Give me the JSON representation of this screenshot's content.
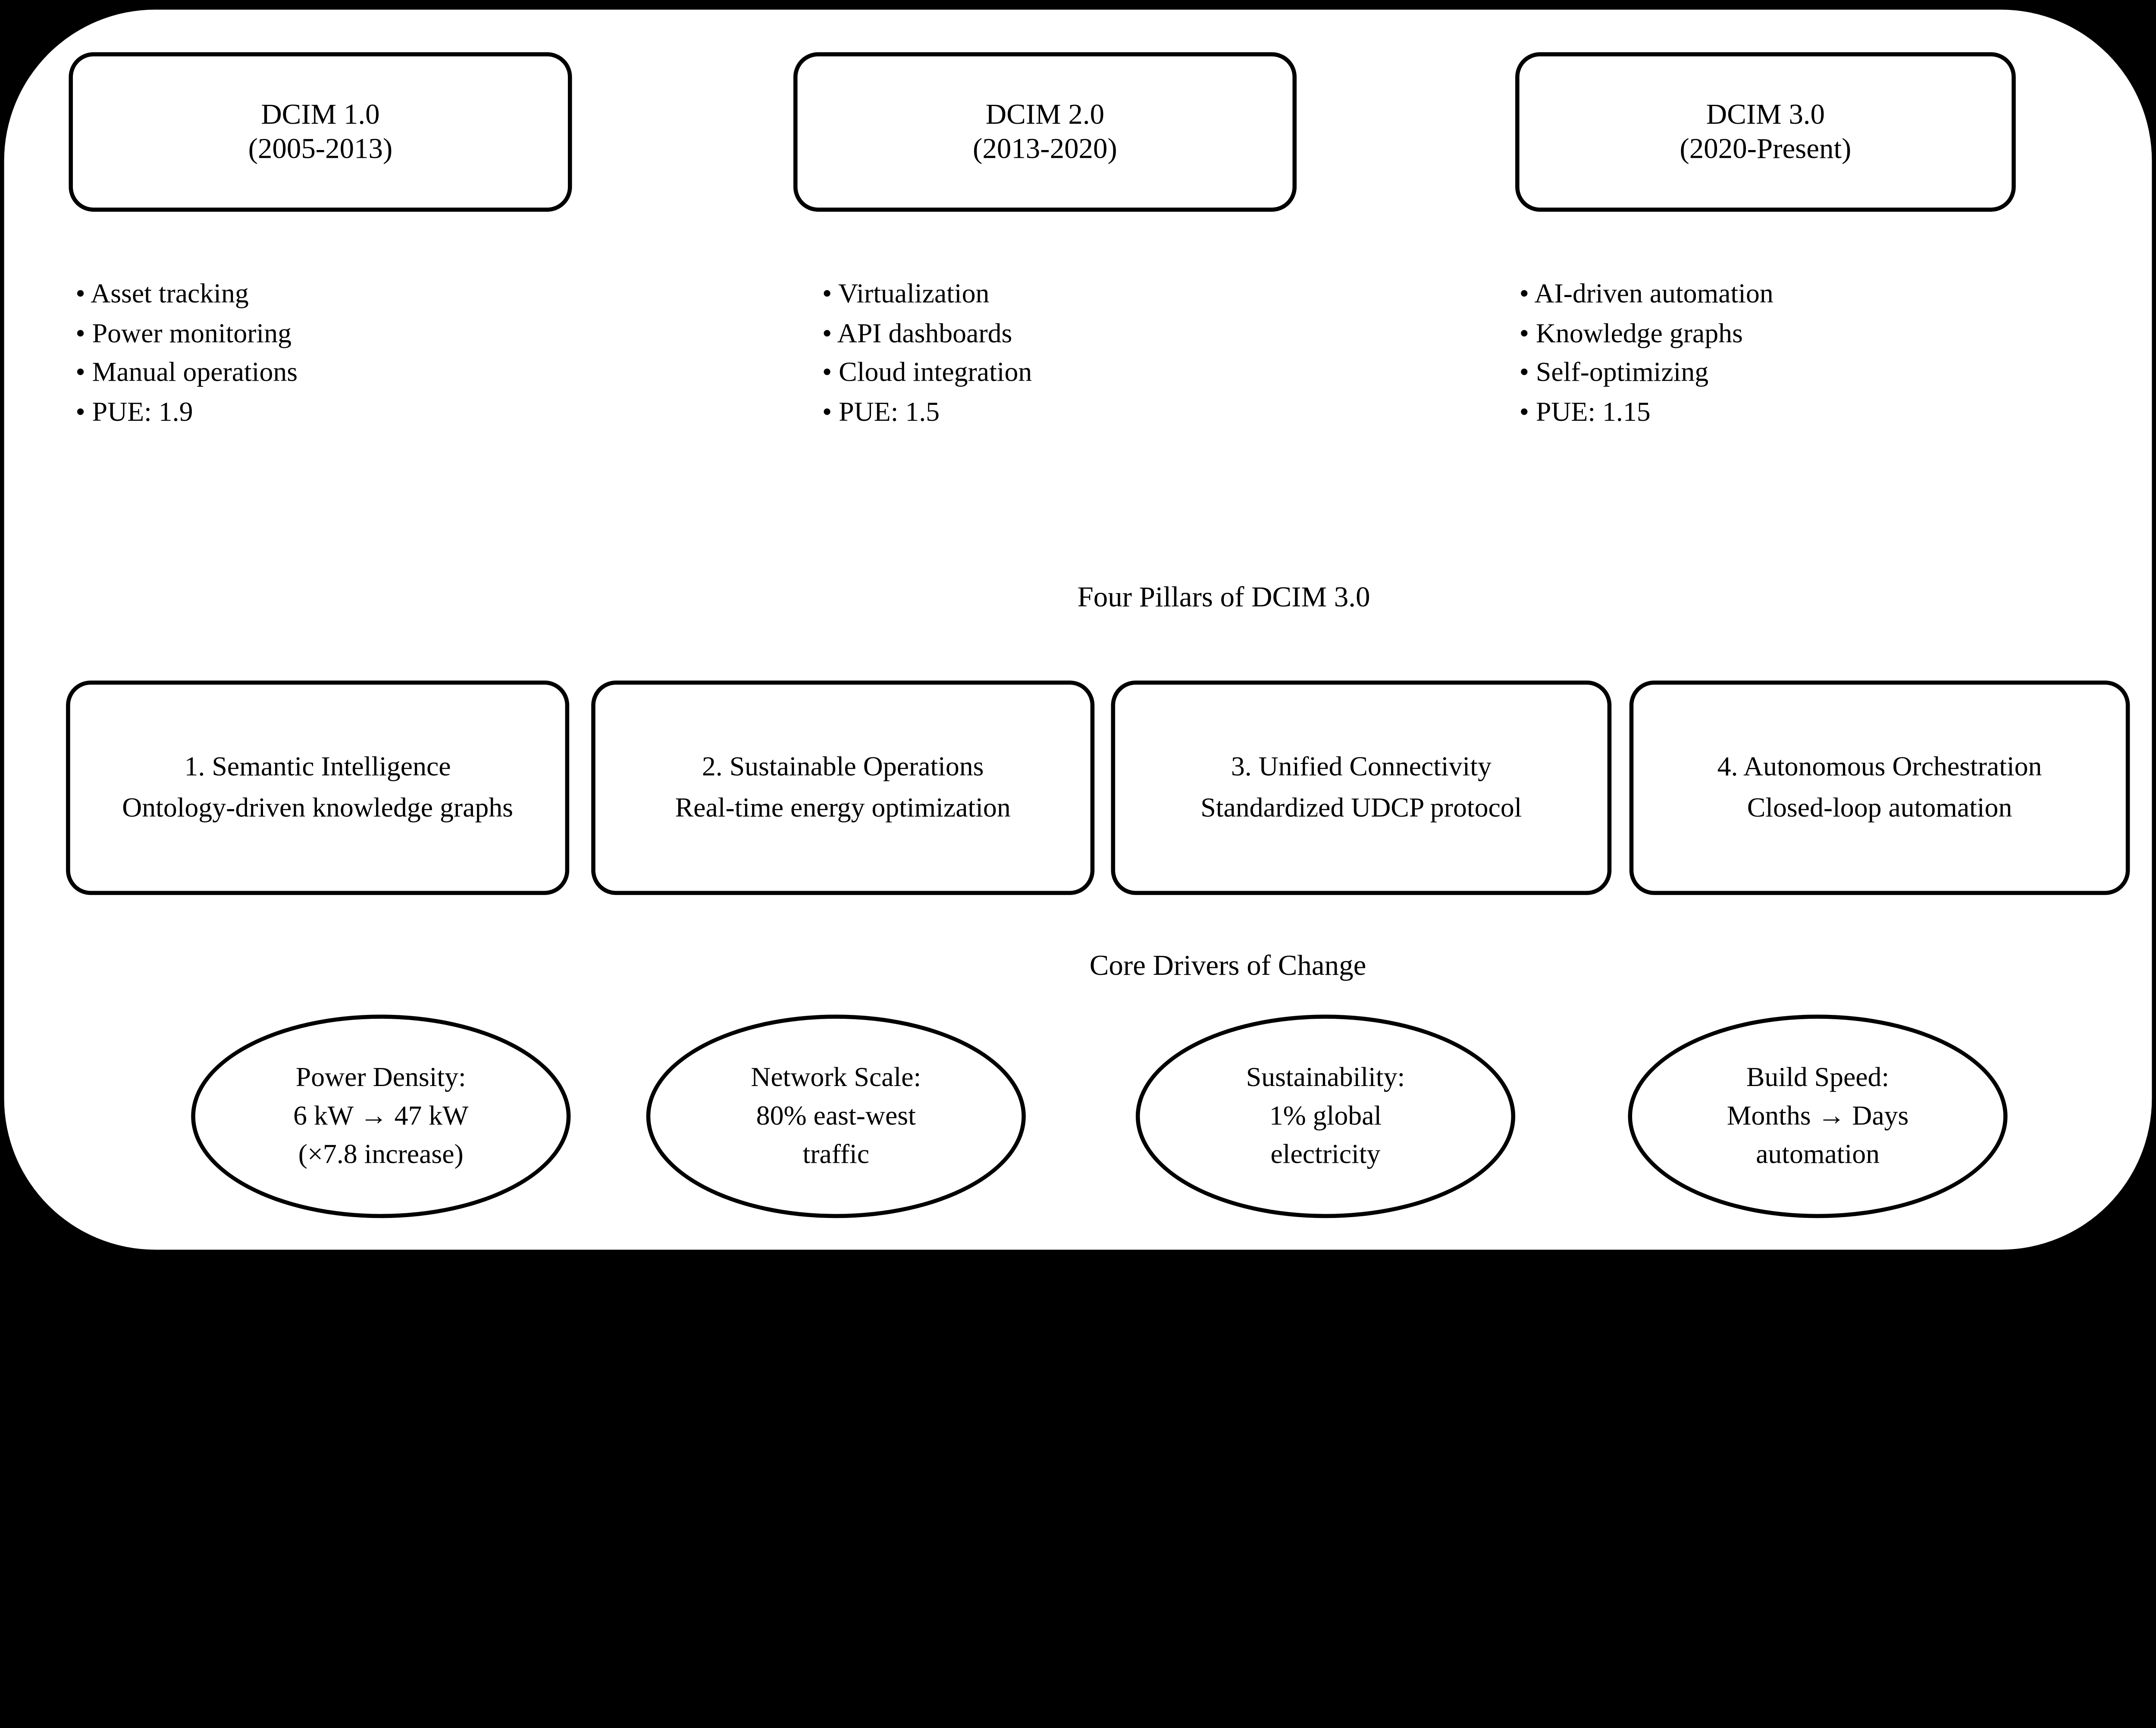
{
  "colors": {
    "background": "#000000",
    "panel": "#ffffff",
    "line": "#000000",
    "text": "#000000"
  },
  "era_boxes": [
    {
      "title": "DCIM 1.0",
      "period": "(2005-2013)",
      "bullets": [
        "• Asset tracking",
        "• Power monitoring",
        "• Manual operations",
        "• PUE: 1.9"
      ]
    },
    {
      "title": "DCIM 2.0",
      "period": "(2013-2020)",
      "bullets": [
        "• Virtualization",
        "• API dashboards",
        "• Cloud integration",
        "• PUE: 1.5"
      ]
    },
    {
      "title": "DCIM 3.0",
      "period": "(2020-Present)",
      "bullets": [
        "• AI-driven automation",
        "• Knowledge graphs",
        "• Self-optimizing",
        "• PUE: 1.15"
      ]
    }
  ],
  "pillars_section": {
    "heading": "Four Pillars of DCIM 3.0",
    "pillars": [
      {
        "line1": "1. Semantic Intelligence",
        "line2": "Ontology-driven knowledge graphs"
      },
      {
        "line1": "2. Sustainable Operations",
        "line2": "Real-time energy optimization"
      },
      {
        "line1": "3. Unified Connectivity",
        "line2": "Standardized UDCP protocol"
      },
      {
        "line1": "4. Autonomous Orchestration",
        "line2": "Closed-loop automation"
      }
    ]
  },
  "drivers_section": {
    "heading": "Core Drivers of Change",
    "drivers": [
      {
        "line1": "Power Density:",
        "line2": "6 kW → 47 kW",
        "line3": "(×7.8 increase)"
      },
      {
        "line1": "Network Scale:",
        "line2": "80% east-west",
        "line3": "traffic"
      },
      {
        "line1": "Sustainability:",
        "line2": "1% global",
        "line3": "electricity"
      },
      {
        "line1": "Build Speed:",
        "line2": "Months → Days",
        "line3": "automation"
      }
    ]
  }
}
